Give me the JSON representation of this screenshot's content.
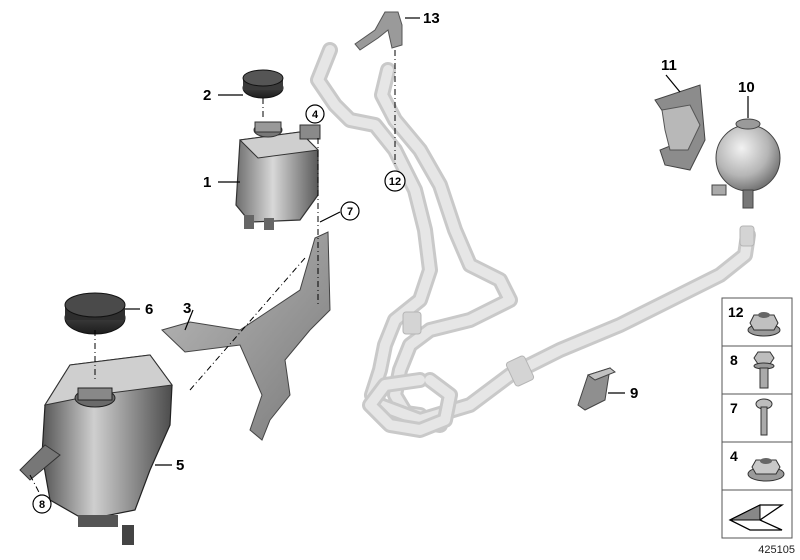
{
  "callouts": {
    "c1": "1",
    "c2": "2",
    "c3": "3",
    "c4": "4",
    "c5": "5",
    "c6": "6",
    "c7": "7",
    "c8": "8",
    "c9": "9",
    "c10": "10",
    "c11": "11",
    "c12": "12",
    "c13": "13"
  },
  "legend": {
    "row1": "12",
    "row2": "8",
    "row3": "7",
    "row4": "4"
  },
  "doc_id": "425105",
  "colors": {
    "part_dark": "#4a4a4a",
    "part_mid": "#8a8a8a",
    "hose_gray": "#c9c9c9",
    "line": "#000000"
  }
}
